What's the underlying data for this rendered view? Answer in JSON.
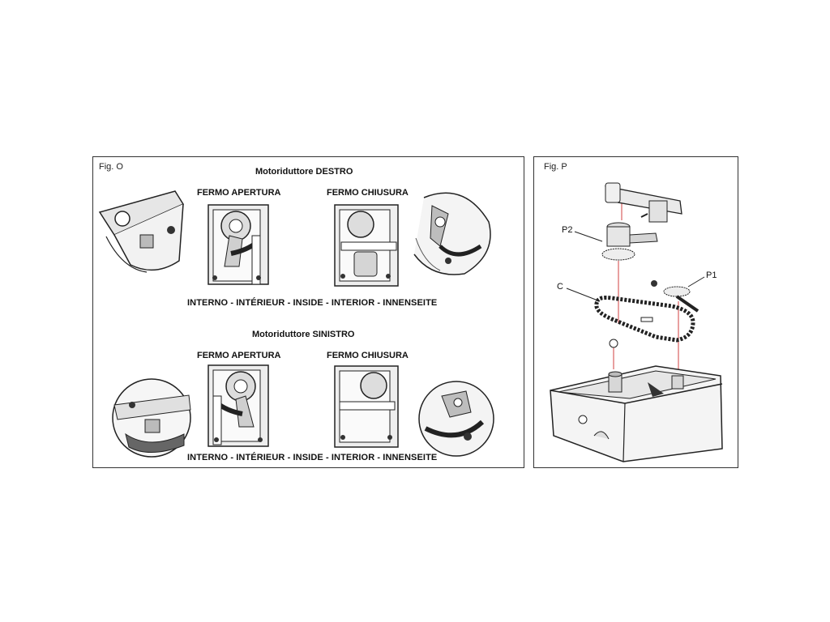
{
  "figure_o": {
    "label": "Fig. O",
    "right_title": "Motoriduttore DESTRO",
    "left_title": "Motoriduttore SINISTRO",
    "stop_open": "FERMO APERTURA",
    "stop_close": "FERMO CHIUSURA",
    "caption": "INTERNO - INTÉRIEUR - INSIDE - INTERIOR - INNENSEITE"
  },
  "figure_p": {
    "label": "Fig. P",
    "part_p2": "P2",
    "part_p1": "P1",
    "part_c": "C"
  },
  "colors": {
    "border": "#333333",
    "line": "#222222",
    "fill_gray": "#d9d9d9",
    "red_guide": "#d04040"
  }
}
